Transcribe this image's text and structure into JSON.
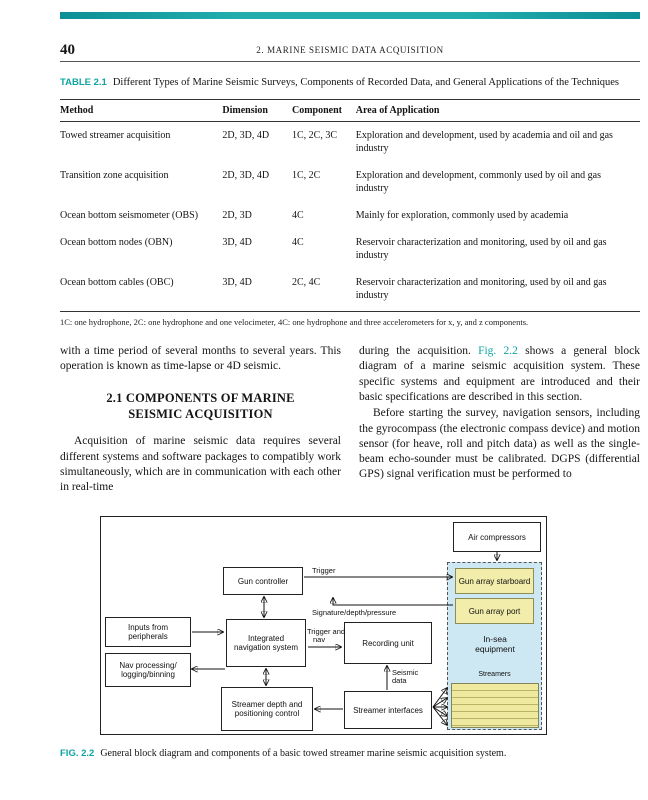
{
  "colors": {
    "accent": "#0fa3a3",
    "in_sea_fill": "#cde7f3",
    "gun_array_fill": "#f2edaa"
  },
  "header": {
    "page_number": "40",
    "running_title": "2. MARINE SEISMIC DATA ACQUISITION"
  },
  "table": {
    "label": "TABLE 2.1",
    "caption": "Different Types of Marine Seismic Surveys, Components of Recorded Data, and General Applications of the Techniques",
    "columns": [
      "Method",
      "Dimension",
      "Component",
      "Area of Application"
    ],
    "rows": [
      {
        "method": "Towed streamer acquisition",
        "dimension": "2D, 3D, 4D",
        "component": "1C, 2C, 3C",
        "application": "Exploration and development, used by academia and oil and gas industry"
      },
      {
        "method": "Transition zone acquisition",
        "dimension": "2D, 3D, 4D",
        "component": "1C, 2C",
        "application": "Exploration and development, commonly used by oil and gas industry"
      },
      {
        "method": "Ocean bottom seismometer (OBS)",
        "dimension": "2D, 3D",
        "component": "4C",
        "application": "Mainly for exploration, commonly used by academia"
      },
      {
        "method": "Ocean bottom nodes (OBN)",
        "dimension": "3D, 4D",
        "component": "4C",
        "application": "Reservoir characterization and monitoring, used by oil and gas industry"
      },
      {
        "method": "Ocean bottom cables (OBC)",
        "dimension": "3D, 4D",
        "component": "2C, 4C",
        "application": "Reservoir characterization and monitoring, used by oil and gas industry"
      }
    ],
    "footnote": "1C: one hydrophone, 2C: one hydrophone and one velocimeter, 4C: one hydrophone and three accelerometers for x, y, and z components."
  },
  "body": {
    "left_para1": "with a time period of several months to several years. This operation is known as time-lapse or 4D seismic.",
    "section_heading_line1": "2.1 COMPONENTS OF MARINE",
    "section_heading_line2": "SEISMIC ACQUISITION",
    "left_para2": "Acquisition of marine seismic data requires several different systems and software packages to compatibly work simultaneously, which are in communication with each other in real-time",
    "right_para1_pre": "during the acquisition. ",
    "right_para1_link": "Fig. 2.2",
    "right_para1_post": " shows a general block diagram of a marine seismic acquisition system. These specific systems and equipment are introduced and their basic specifications are described in this section.",
    "right_para2": "Before starting the survey, navigation sensors, including the gyrocompass (the electronic compass device) and motion sensor (for heave, roll and pitch data) as well as the single-beam echo-sounder must be calibrated. DGPS (differential GPS) signal verification must be performed to"
  },
  "figure": {
    "label": "FIG. 2.2",
    "caption": "General block diagram and components of a basic towed streamer marine seismic acquisition system.",
    "boxes": {
      "air_compressors": "Air compressors",
      "gun_controller": "Gun controller",
      "inputs_peripherals": "Inputs from peripherals",
      "nav_processing": "Nav processing/ logging/binning",
      "integrated_nav": "Integrated navigation system",
      "recording_unit": "Recording unit",
      "streamer_depth": "Streamer depth and positioning control",
      "streamer_interfaces": "Streamer interfaces",
      "gun_array_starboard": "Gun array starboard",
      "gun_array_port": "Gun array port",
      "in_sea": "In-sea equipment",
      "streamers_label": "Streamers"
    },
    "edge_labels": {
      "trigger": "Trigger",
      "signature": "Signature/depth/pressure",
      "trigger_nav_line1": "Trigger and",
      "trigger_nav_line2": "nav",
      "seismic_line1": "Seismic",
      "seismic_line2": "data"
    }
  }
}
